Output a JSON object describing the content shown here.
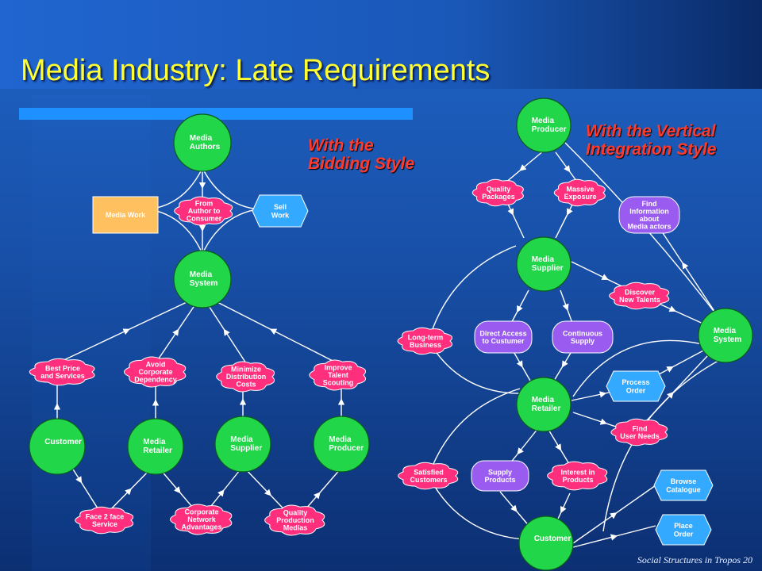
{
  "title": "Media Industry: Late Requirements",
  "caption_left": [
    "With the",
    "Bidding Style"
  ],
  "caption_right": [
    "With the Vertical",
    "Integration Style"
  ],
  "footer": {
    "text": "Social Structures in Tropos",
    "page": "20"
  },
  "colors": {
    "actor": "#22d64a",
    "softgoal": "#ff2f7d",
    "task": "#ffc060",
    "goal": "#9a5cf0",
    "resource": "#33aaff",
    "title": "#ffff33",
    "caption": "#ff3b2f"
  },
  "left_diagram": {
    "actors": [
      "Media Authors",
      "Media System",
      "Customer",
      "Media Retailer",
      "Media Supplier",
      "Media Producer"
    ],
    "task": "Media Work",
    "resource": [
      "Sell",
      "Work"
    ],
    "softgoals": [
      [
        "From",
        "Author to",
        "Consumer"
      ],
      [
        "Best Price",
        "and Services"
      ],
      [
        "Avoid",
        "Corporate",
        "Dependency"
      ],
      [
        "Minimize",
        "Distribution",
        "Costs"
      ],
      [
        "Improve",
        "Talent",
        "Scouting"
      ],
      [
        "Face 2 face",
        "Service"
      ],
      [
        "Corporate",
        "Network",
        "Advantages"
      ],
      [
        "Quality",
        "Production",
        "Medias"
      ]
    ]
  },
  "right_diagram": {
    "actors": [
      "Media Producer",
      "Media Supplier",
      "Media System",
      "Media Retailer",
      "Customer"
    ],
    "softgoals": [
      [
        "Quality",
        "Packages"
      ],
      [
        "Massive",
        "Exposure"
      ],
      [
        "Discover",
        "New Talents"
      ],
      [
        "Long-term",
        "Business"
      ],
      [
        "Find",
        "User Needs"
      ],
      [
        "Satisfied",
        "Customers"
      ],
      [
        "Interest in",
        "Products"
      ]
    ],
    "goals": [
      [
        "Find",
        "Information",
        "about",
        "Media actors"
      ],
      [
        "Direct Access",
        "to Custumer"
      ],
      [
        "Continuous",
        "Supply"
      ],
      [
        "Supply",
        "Products"
      ]
    ],
    "resources": [
      [
        "Process",
        "Order"
      ],
      [
        "Browse",
        "Catalogue"
      ],
      [
        "Place",
        "Order"
      ]
    ]
  }
}
